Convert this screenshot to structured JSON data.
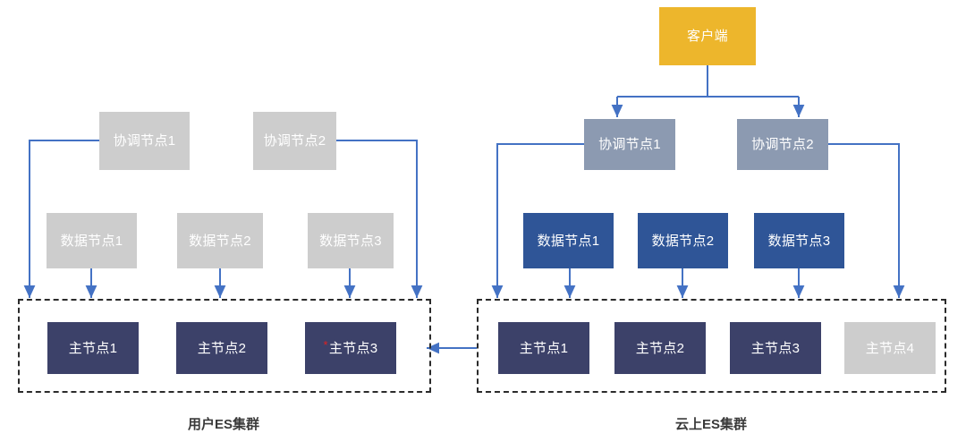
{
  "diagram": {
    "title_colors": {
      "client": "#edb62c",
      "coordinator_cloud": "#8c9ab1",
      "coordinator_user": "#cdcdcd",
      "data_cloud": "#2f5597",
      "data_user": "#cdcdcd",
      "master_active": "#3c4169",
      "master_inactive": "#cdcdcd",
      "wire": "#4472c4",
      "cluster_border": "#2b2b2b",
      "alert_marker": "#e02020"
    },
    "client": {
      "label": "客户端"
    },
    "user_cluster": {
      "caption": "用户ES集群",
      "coordinators": [
        {
          "label": "协调节点1"
        },
        {
          "label": "协调节点2"
        }
      ],
      "data_nodes": [
        {
          "label": "数据节点1"
        },
        {
          "label": "数据节点2"
        },
        {
          "label": "数据节点3"
        }
      ],
      "master_nodes": [
        {
          "label": "主节点1",
          "marker": ""
        },
        {
          "label": "主节点2",
          "marker": ""
        },
        {
          "label": "主节点3",
          "marker": "*"
        }
      ]
    },
    "cloud_cluster": {
      "caption": "云上ES集群",
      "coordinators": [
        {
          "label": "协调节点1"
        },
        {
          "label": "协调节点2"
        }
      ],
      "data_nodes": [
        {
          "label": "数据节点1"
        },
        {
          "label": "数据节点2"
        },
        {
          "label": "数据节点3"
        }
      ],
      "master_nodes": [
        {
          "label": "主节点1",
          "state": "active"
        },
        {
          "label": "主节点2",
          "state": "active"
        },
        {
          "label": "主节点3",
          "state": "active"
        },
        {
          "label": "主节点4",
          "state": "inactive"
        }
      ]
    }
  }
}
